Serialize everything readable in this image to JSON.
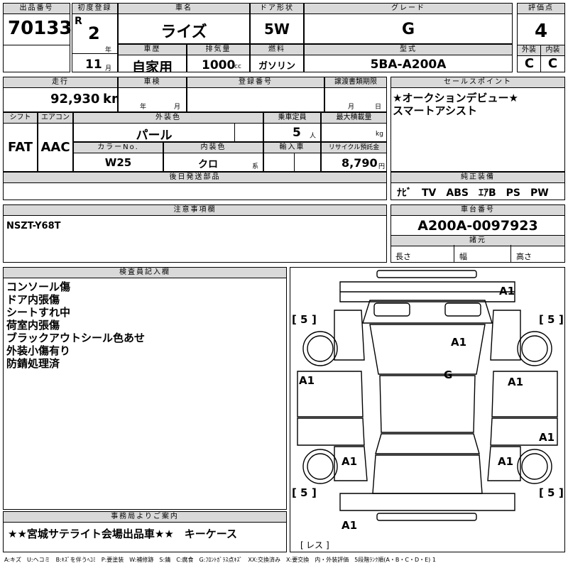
{
  "headers": {
    "lot_no": "出品番号",
    "first_reg": "初度登録",
    "car_name": "車名",
    "door": "ドア形状",
    "grade": "グレード",
    "score": "評価点",
    "history": "車歴",
    "displacement": "排気量",
    "fuel": "燃料",
    "model_code": "型式",
    "exterior": "外装",
    "interior": "内装",
    "mileage": "走行",
    "inspection": "車検",
    "registration": "登録番号",
    "transfer": "譲渡書類期限",
    "sales_point": "セールスポイント",
    "shift": "シフト",
    "ac": "エアコン",
    "ext_color": "外装色",
    "capacity": "乗車定員",
    "max_load": "最大積載量",
    "color_no": "カラーNo.",
    "int_color": "内装色",
    "import": "輸入車",
    "recycle": "リサイクル預託金",
    "later_parts": "後日発送部品",
    "genuine_equip": "純正装備",
    "notes": "注意事項欄",
    "chassis": "車台番号",
    "dimensions": "諸元",
    "inspector": "検査員記入欄",
    "office": "事務局よりご案内"
  },
  "lot_no": "70133",
  "era": "R",
  "year": "2",
  "year_unit": "年",
  "month": "11",
  "month_unit": "月",
  "car_name": "ライズ",
  "history": "自家用",
  "displacement": "1000",
  "displacement_unit": "cc",
  "door": "5W",
  "fuel": "ガソリン",
  "grade": "G",
  "model_code": "5BA-A200A",
  "score": "4",
  "exterior_score": "C",
  "interior_score": "C",
  "mileage": "92,930",
  "mileage_unit": "km",
  "insp_year_unit": "年",
  "insp_month_unit": "月",
  "transfer_month_unit": "月",
  "transfer_day_unit": "日",
  "sales_points": [
    "★オークションデビュー★",
    "スマートアシスト"
  ],
  "shift": "FAT",
  "ac": "AAC",
  "ext_color": "パール",
  "capacity": "5",
  "capacity_unit": "人",
  "max_load_unit": "kg",
  "color_no": "W25",
  "int_color": "クロ",
  "int_color_unit": "系",
  "recycle": "8,790",
  "recycle_unit": "円",
  "genuine_equip": "ﾅﾋﾞ　TV　ABS　ｴｱB　PS　PW",
  "notes": "NSZT-Y68T",
  "chassis": "A200A-0097923",
  "dim_length": "長さ",
  "dim_width": "幅",
  "dim_height": "高さ",
  "inspector_notes": [
    "コンソール傷",
    "ドア内張傷",
    "シートすれ中",
    "荷室内張傷",
    "ブラックアウトシール色あせ",
    "外装小傷有り",
    "防錆処理済"
  ],
  "office_note": "★★宮城サテライト会場出品車★★　キーケース",
  "diagram": {
    "tire_fl": "5",
    "tire_fr": "5",
    "tire_rl": "5",
    "tire_rr": "5",
    "marks": [
      "A1",
      "A1",
      "G",
      "A1",
      "A1",
      "A1",
      "A1",
      "A1",
      "A1"
    ],
    "spare": "レス"
  },
  "legend": "A:キズ　U:ヘコミ　B:ｷｽﾞを伴うﾍｺﾐ　P:要塗装　W:補修跡　S:錆　C:腐食　G:ﾌﾛﾝﾄｶﾞﾗｽ点ｷｽﾞ　XX:交換済み　X:要交換　内・外装評価　5段階ﾗﾝｸ順(A・B・C・D・E) 1"
}
